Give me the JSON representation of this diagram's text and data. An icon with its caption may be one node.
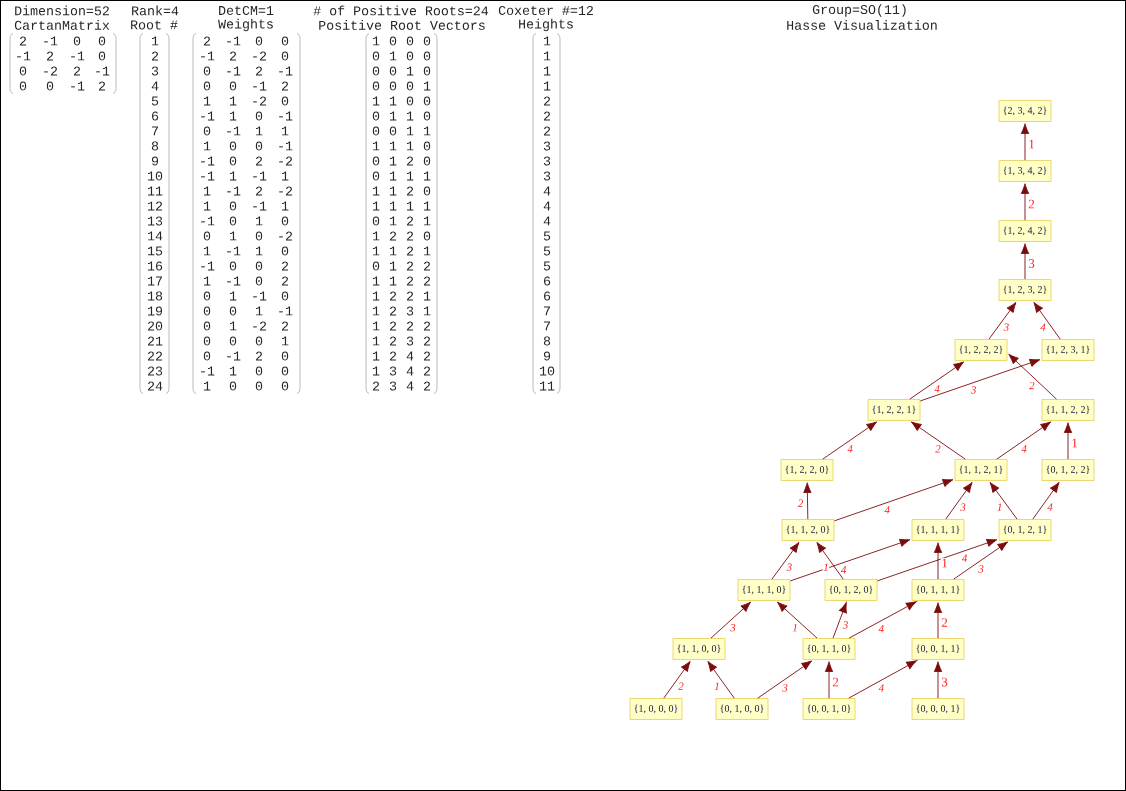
{
  "diagram": {
    "nodes": [
      {
        "text": [
          "{2, 3, 4, 2}"
        ]
      },
      {
        "text": [
          "{1, 3, 4, 2}"
        ]
      },
      {
        "text": [
          "{1, 2, 4, 2}"
        ]
      },
      {
        "text": [
          "{1, 2, 3, 2}"
        ]
      },
      {
        "text": [
          "{1, 2, 2, 2}"
        ]
      },
      {
        "text": [
          "{1, 2, 3, 1}"
        ]
      },
      {
        "text": [
          "{1, 2, 2, 1}"
        ]
      },
      {
        "text": [
          "{1, 1, 2, 2}"
        ]
      },
      {
        "text": [
          "{1, 2, 2, 0}"
        ]
      },
      {
        "text": [
          "{1, 1, 2, 1}"
        ]
      },
      {
        "text": [
          "{0, 1, 2, 2}"
        ]
      },
      {
        "text": [
          "{1, 1, 2, 0}"
        ]
      },
      {
        "text": [
          "{1, 1, 1, 1}"
        ]
      },
      {
        "text": [
          "{0, 1, 2, 1}"
        ]
      },
      {
        "text": [
          "{1, 1, 1, 0}"
        ]
      },
      {
        "text": [
          "{0, 1, 2, 0}"
        ]
      },
      {
        "text": [
          "{0, 1, 1, 1}"
        ]
      },
      {
        "text": [
          "{1, 1, 0, 0}"
        ]
      },
      {
        "text": [
          "{0, 1, 1, 0}"
        ]
      },
      {
        "text": [
          "{0, 0, 1, 1}"
        ]
      },
      {
        "text": [
          "{1, 0, 0, 0}"
        ]
      },
      {
        "text": [
          "{0, 1, 0, 0}"
        ]
      },
      {
        "text": [
          "{0, 0, 1, 0}"
        ]
      },
      {
        "text": [
          "{0, 0, 0, 1}"
        ]
      }
    ],
    "edges": [
      {
        "from": 20,
        "to": 17,
        "arrow": "to",
        "label": "2"
      },
      {
        "from": 21,
        "to": 17,
        "arrow": "to",
        "label": "1"
      },
      {
        "from": 21,
        "to": 18,
        "arrow": "to",
        "label": "3"
      },
      {
        "from": 22,
        "to": 18,
        "arrow": "to",
        "label": "2"
      },
      {
        "from": 22,
        "to": 19,
        "arrow": "to",
        "label": "4"
      },
      {
        "from": 23,
        "to": 19,
        "arrow": "to",
        "label": "3"
      },
      {
        "from": 17,
        "to": 14,
        "arrow": "to",
        "label": "3"
      },
      {
        "from": 18,
        "to": 14,
        "arrow": "to",
        "label": "1"
      },
      {
        "from": 18,
        "to": 15,
        "arrow": "to",
        "label": "3"
      },
      {
        "from": 18,
        "to": 16,
        "arrow": "to",
        "label": "4"
      },
      {
        "from": 19,
        "to": 16,
        "arrow": "to",
        "label": "2"
      },
      {
        "from": 14,
        "to": 11,
        "arrow": "to",
        "label": "3"
      },
      {
        "from": 14,
        "to": 12,
        "arrow": "to",
        "label": "4"
      },
      {
        "from": 15,
        "to": 11,
        "arrow": "to",
        "label": "1"
      },
      {
        "from": 15,
        "to": 13,
        "arrow": "to",
        "label": "4"
      },
      {
        "from": 16,
        "to": 12,
        "arrow": "to",
        "label": "1"
      },
      {
        "from": 16,
        "to": 13,
        "arrow": "to",
        "label": "3"
      },
      {
        "from": 11,
        "to": 8,
        "arrow": "to",
        "label": "2"
      },
      {
        "from": 11,
        "to": 9,
        "arrow": "to",
        "label": "4"
      },
      {
        "from": 12,
        "to": 9,
        "arrow": "to",
        "label": "3"
      },
      {
        "from": 13,
        "to": 9,
        "arrow": "to",
        "label": "1"
      },
      {
        "from": 13,
        "to": 10,
        "arrow": "to",
        "label": "4"
      },
      {
        "from": 8,
        "to": 6,
        "arrow": "to",
        "label": "4"
      },
      {
        "from": 9,
        "to": 6,
        "arrow": "to",
        "label": "2"
      },
      {
        "from": 9,
        "to": 7,
        "arrow": "to",
        "label": "4"
      },
      {
        "from": 10,
        "to": 7,
        "arrow": "to",
        "label": "1"
      },
      {
        "from": 6,
        "to": 4,
        "arrow": "to",
        "label": "4"
      },
      {
        "from": 6,
        "to": 5,
        "arrow": "to",
        "label": "3"
      },
      {
        "from": 7,
        "to": 4,
        "arrow": "to",
        "label": "2"
      },
      {
        "from": 4,
        "to": 3,
        "arrow": "to",
        "label": "3"
      },
      {
        "from": 5,
        "to": 3,
        "arrow": "to",
        "label": "4"
      },
      {
        "from": 3,
        "to": 2,
        "arrow": "to",
        "label": "3"
      },
      {
        "from": 2,
        "to": 1,
        "arrow": "to",
        "label": "2"
      },
      {
        "from": 1,
        "to": 0,
        "arrow": "to",
        "label": "1"
      }
    ],
    "labels": [
      "Dimension=52",
      "Rank=4",
      "DetCM=1",
      "# of Positive Roots=24",
      "Coxeter #=12",
      "Group=SO(11)",
      "CartanMatrix",
      "Root #",
      "Weights",
      "Positive Root Vectors",
      "Heights",
      "Hasse Visualization",
      "2",
      "-1",
      "0",
      "0",
      "-1",
      "2",
      "-1",
      "0",
      "0",
      "-2",
      "2",
      "-1",
      "0",
      "0",
      "-1",
      "2",
      "1",
      "2",
      "3",
      "4",
      "5",
      "6",
      "7",
      "8",
      "9",
      "10",
      "11",
      "12",
      "13",
      "14",
      "15",
      "16",
      "17",
      "18",
      "19",
      "20",
      "21",
      "22",
      "23",
      "24",
      "2",
      "-1",
      "0",
      "0",
      "-1",
      "2",
      "-2",
      "0",
      "0",
      "-1",
      "2",
      "-1",
      "0",
      "0",
      "-1",
      "2",
      "1",
      "1",
      "-2",
      "0",
      "-1",
      "1",
      "0",
      "-1",
      "0",
      "-1",
      "1",
      "1",
      "1",
      "0",
      "0",
      "-1",
      "-1",
      "0",
      "2",
      "-2",
      "-1",
      "1",
      "-1",
      "1",
      "1",
      "-1",
      "2",
      "-2",
      "1",
      "0",
      "-1",
      "1",
      "-1",
      "0",
      "1",
      "0",
      "0",
      "1",
      "0",
      "-2",
      "1",
      "-1",
      "1",
      "0",
      "-1",
      "0",
      "0",
      "2",
      "1",
      "-1",
      "0",
      "2",
      "0",
      "1",
      "-1",
      "0",
      "0",
      "0",
      "1",
      "-1",
      "0",
      "1",
      "-2",
      "2",
      "0",
      "0",
      "0",
      "1",
      "0",
      "-1",
      "2",
      "0",
      "-1",
      "1",
      "0",
      "0",
      "1",
      "0",
      "0",
      "0",
      "1",
      "0",
      "0",
      "0",
      "0",
      "1",
      "0",
      "0",
      "0",
      "0",
      "1",
      "0",
      "0",
      "0",
      "0",
      "1",
      "1",
      "1",
      "0",
      "0",
      "0",
      "1",
      "1",
      "0",
      "0",
      "0",
      "1",
      "1",
      "1",
      "1",
      "1",
      "0",
      "0",
      "1",
      "2",
      "0",
      "0",
      "1",
      "1",
      "1",
      "1",
      "1",
      "2",
      "0",
      "1",
      "1",
      "1",
      "1",
      "0",
      "1",
      "2",
      "1",
      "1",
      "2",
      "2",
      "0",
      "1",
      "1",
      "2",
      "1",
      "0",
      "1",
      "2",
      "2",
      "1",
      "1",
      "2",
      "2",
      "1",
      "2",
      "2",
      "1",
      "1",
      "2",
      "3",
      "1",
      "1",
      "2",
      "2",
      "2",
      "1",
      "2",
      "3",
      "2",
      "1",
      "2",
      "4",
      "2",
      "1",
      "3",
      "4",
      "2",
      "2",
      "3",
      "4",
      "2",
      "1",
      "1",
      "1",
      "1",
      "2",
      "2",
      "2",
      "3",
      "3",
      "3",
      "4",
      "4",
      "4",
      "5",
      "5",
      "5",
      "6",
      "6",
      "7",
      "7",
      "8",
      "9",
      "10",
      "11"
    ]
  }
}
